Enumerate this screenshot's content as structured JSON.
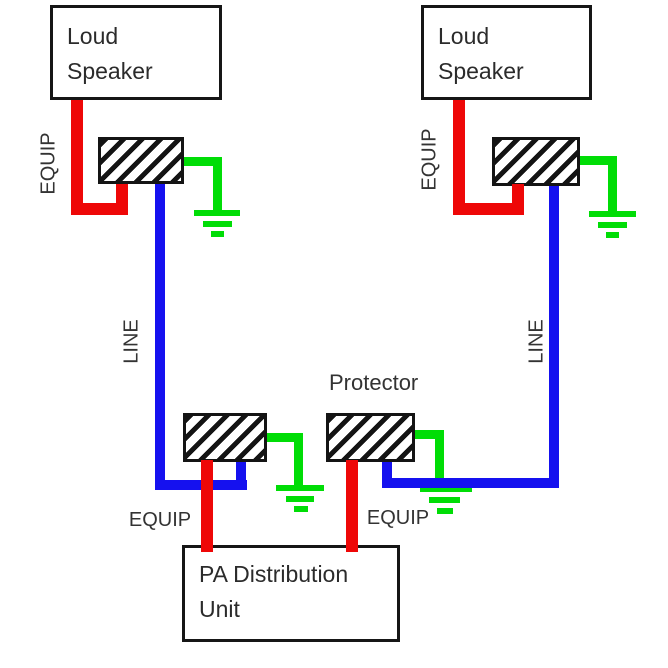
{
  "diagram": {
    "title": "Protector",
    "boxes": {
      "speaker_left": {
        "line1": "Loud",
        "line2": "Speaker"
      },
      "speaker_right": {
        "line1": "Loud",
        "line2": "Speaker"
      },
      "pa_unit": {
        "line1": "PA Distribution",
        "line2": "Unit"
      }
    },
    "wire_labels": {
      "equip_top_left": "EQUIP",
      "equip_top_right": "EQUIP",
      "equip_bottom_left": "EQUIP",
      "equip_bottom_right": "EQUIP",
      "line_left": "LINE",
      "line_right": "LINE"
    },
    "colors": {
      "equip_wire": "#ee0707",
      "line_wire": "#1511ef",
      "ground_wire": "#00dd06",
      "box_border": "#161616",
      "text": "#333333"
    }
  }
}
